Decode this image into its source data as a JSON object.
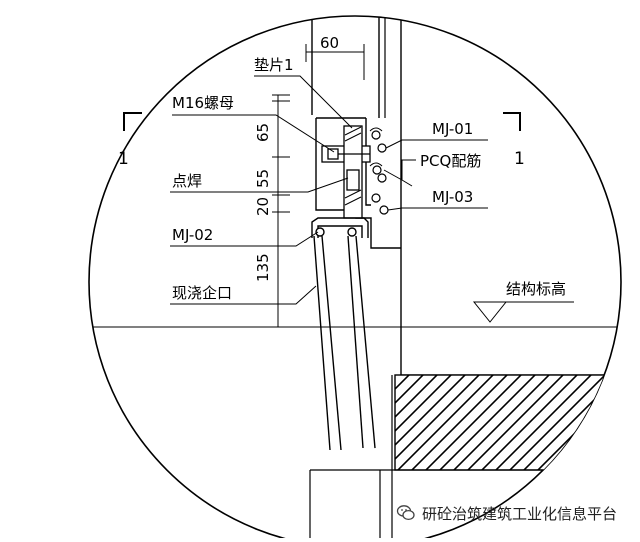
{
  "labels": {
    "shim": "垫片1",
    "nut": "M16螺母",
    "spot_weld": "点焊",
    "mj02": "MJ-02",
    "cast_edge": "现浇企口",
    "mj01": "MJ-01",
    "pcq": "PCQ配筋",
    "mj03": "MJ-03",
    "elevation": "结构标高"
  },
  "dimensions": {
    "top_width": "60",
    "d1": "65",
    "d2": "55",
    "d3": "20",
    "d4": "135"
  },
  "section_marks": {
    "left": "1",
    "right": "1"
  },
  "watermark": {
    "text": "研砼治筑建筑工业化信息平台",
    "icon": "wechat-logo-icon"
  }
}
